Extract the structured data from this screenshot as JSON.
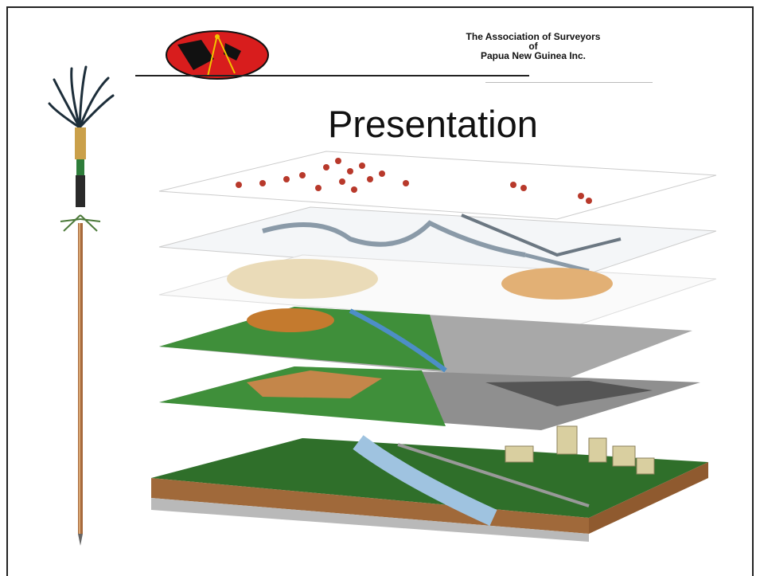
{
  "header": {
    "org_line1": "The Association of Surveyors",
    "org_line2": "of",
    "org_line3": "Papua New Guinea Inc."
  },
  "slide": {
    "title": "Presentation"
  },
  "icons": {
    "logo": "surveyors-logo-icon",
    "staff": "ceremonial-staff-icon",
    "layers": "gis-layers-illustration"
  },
  "colors": {
    "logo_red": "#d81d1d",
    "terrain_green": "#3f8f3a",
    "water_blue": "#4d8ec7",
    "point_red": "#b8392b"
  }
}
